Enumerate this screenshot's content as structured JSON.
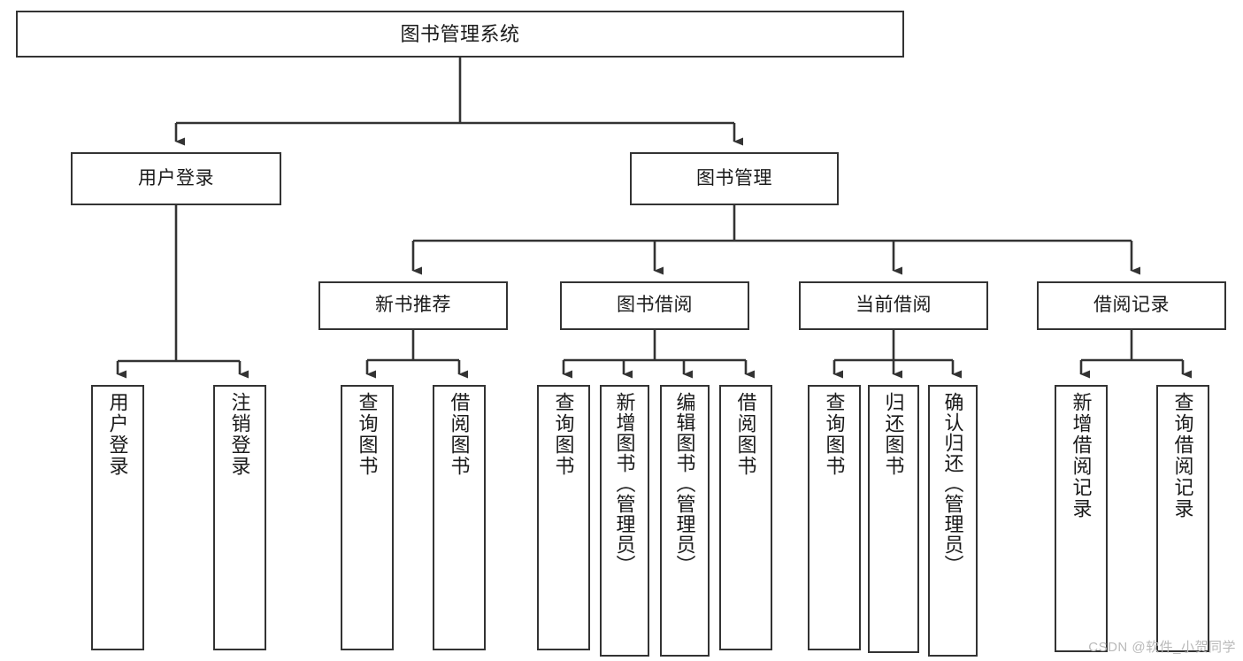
{
  "diagram": {
    "title": "图书管理系统",
    "type": "hierarchy-tree",
    "colors": {
      "stroke": "#333333",
      "fill": "#ffffff",
      "text": "#1a1a1a",
      "watermark": "#b9b9b9"
    },
    "root": {
      "label": "图书管理系统"
    },
    "level1": [
      {
        "label": "用户登录"
      },
      {
        "label": "图书管理"
      }
    ],
    "level2": [
      {
        "label": "新书推荐"
      },
      {
        "label": "图书借阅"
      },
      {
        "label": "当前借阅"
      },
      {
        "label": "借阅记录"
      }
    ],
    "leaves": {
      "user_login": [
        {
          "label": "用户登录"
        },
        {
          "label": "注销登录"
        }
      ],
      "new_book": [
        {
          "label": "查询图书"
        },
        {
          "label": "借阅图书"
        }
      ],
      "book_borrow": [
        {
          "label": "查询图书"
        },
        {
          "label": "新增图书（管理员）"
        },
        {
          "label": "编辑图书（管理员）"
        },
        {
          "label": "借阅图书"
        }
      ],
      "current_borrow": [
        {
          "label": "查询图书"
        },
        {
          "label": "归还图书"
        },
        {
          "label": "确认归还（管理员）"
        }
      ],
      "borrow_record": [
        {
          "label": "新增借阅记录"
        },
        {
          "label": "查询借阅记录"
        }
      ]
    },
    "watermark": "CSDN @软件_小贺同学"
  }
}
